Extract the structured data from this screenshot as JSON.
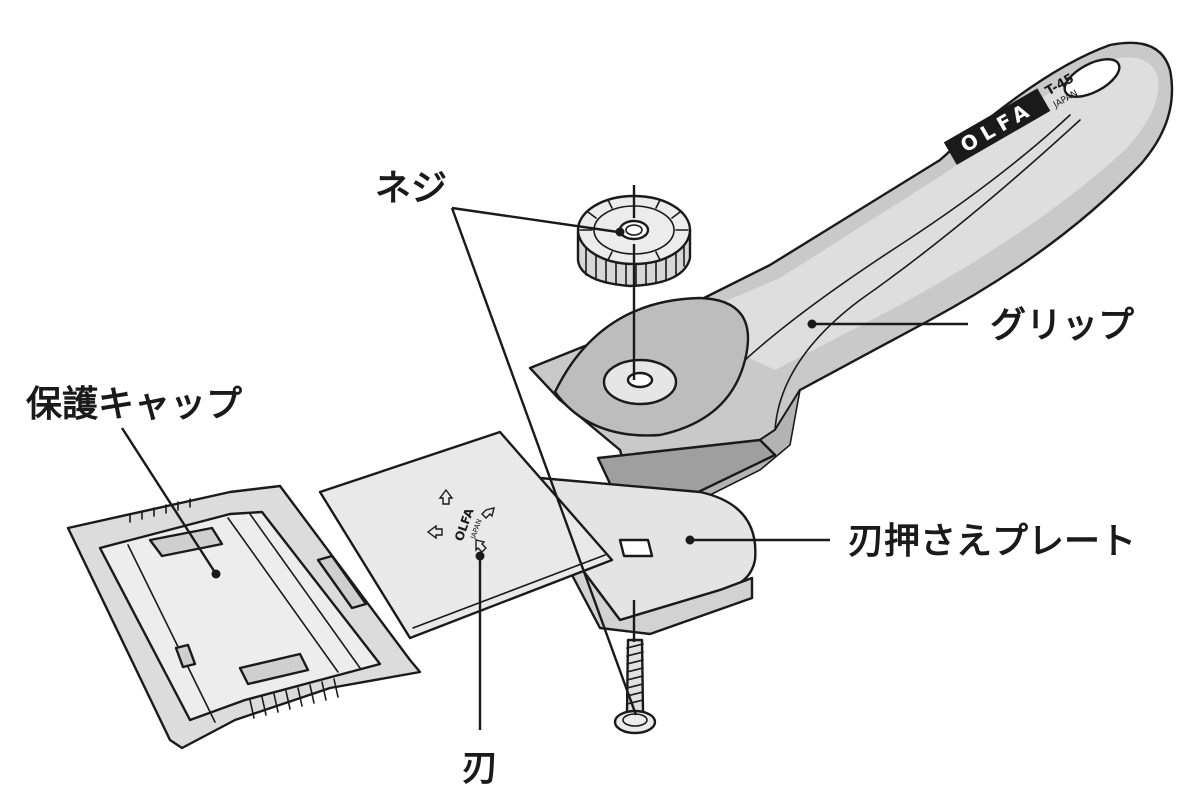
{
  "parts": {
    "screw": {
      "label": "ネジ"
    },
    "grip": {
      "label": "グリップ"
    },
    "protective_cap": {
      "label": "保護キャップ"
    },
    "blade_plate": {
      "label": "刃押さえプレート"
    },
    "blade": {
      "label": "刃"
    }
  },
  "markings": {
    "brand_logo": "OLFA",
    "model": "T-45",
    "origin": "JAPAN",
    "blade_logo": "OLFA",
    "blade_origin": "JAPAN"
  },
  "colors": {
    "line": "#1a1a1a",
    "grip_fill": "#c9c9c9",
    "grip_shadow": "#b3b3b3",
    "grip_light": "#dedede",
    "blade_fill": "#e9e9e9",
    "cap_fill": "#dcdcdc",
    "plate_fill": "#e4e4e4",
    "metal_fill": "#f2f2f2"
  }
}
